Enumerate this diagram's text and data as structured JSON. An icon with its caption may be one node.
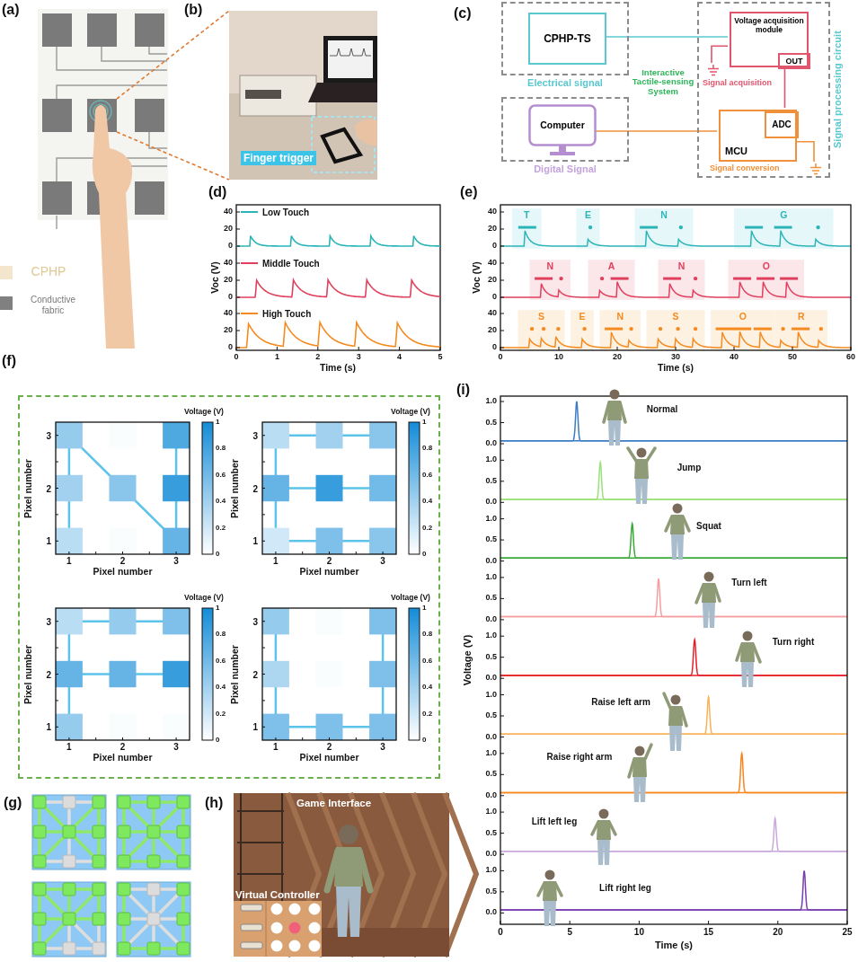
{
  "diagram": {
    "nodes": [
      {
        "text": [],
        "shape": "box"
      },
      {
        "text": [
          "Finger trigger"
        ]
      },
      {
        "text": [
          "Electrical signal"
        ]
      },
      {
        "text": [
          "CPHP-TS"
        ],
        "in": 2
      },
      {
        "text": [
          "Signal processing circuit"
        ]
      },
      {
        "text": [
          "Voltage acquisition module"
        ],
        "in": 4
      },
      {
        "text": [
          "OUT"
        ],
        "in": 5
      },
      {
        "text": [
          "MCU"
        ],
        "in": 4
      },
      {
        "text": [
          "ADC"
        ],
        "in": 7
      },
      {
        "text": [
          "Digital Signal"
        ]
      },
      {
        "text": [
          "Computer"
        ],
        "in": 9
      },
      {
        "text": [],
        "shape": "ground",
        "in": 4
      },
      {
        "text": [],
        "shape": "ground",
        "in": 4
      }
    ],
    "edges": [
      {
        "from": 0,
        "to": 1,
        "arrow": "none",
        "style": "dashed",
        "color": "#e07a30"
      },
      {
        "from": 0,
        "to": 1,
        "arrow": "none",
        "style": "dashed",
        "color": "#e07a30"
      },
      {
        "from": 3,
        "to": 5,
        "arrow": "none",
        "color": "#5bc8d0"
      },
      {
        "from": 6,
        "to": 8,
        "arrow": "none",
        "color": "#e0566e"
      },
      {
        "from": 10,
        "to": 7,
        "arrow": "none",
        "color": "#f0903a"
      },
      {
        "from": 5,
        "to": 11,
        "arrow": "none",
        "color": "#e0566e"
      },
      {
        "from": 7,
        "to": 12,
        "arrow": "none",
        "color": "#f0903a"
      }
    ],
    "labels": [
      "(a)",
      "(b)",
      "(c)",
      "Interactive Tactile-sensing System",
      "Signal acquisition",
      "Signal conversion",
      "(d)",
      "Low Touch",
      "Middle Touch",
      "High Touch",
      "40",
      "20",
      "0",
      "40",
      "20",
      "0",
      "40",
      "20",
      "0",
      "Voc (V)",
      "0",
      "1",
      "2",
      "3",
      "4",
      "5",
      "Time (s)",
      "(e)",
      "T",
      "E",
      "N",
      "G",
      "N",
      "A",
      "N",
      "O",
      "S",
      "E",
      "N",
      "S",
      "O",
      "R",
      "40",
      "20",
      "0",
      "40",
      "20",
      "0",
      "40",
      "20",
      "0",
      "Voc (V)",
      "0",
      "10",
      "20",
      "30",
      "40",
      "50",
      "60",
      "Time (s)",
      "(f)",
      "Voltage (V)",
      "1",
      "0.8",
      "0.6",
      "0.4",
      "0.2",
      "0",
      "3",
      "2",
      "1",
      "Pixel number",
      "1",
      "2",
      "3",
      "Pixel number",
      "Voltage (V)",
      "1",
      "0.8",
      "0.6",
      "0.4",
      "0.2",
      "0",
      "3",
      "2",
      "1",
      "Pixel number",
      "1",
      "2",
      "3",
      "Pixel number",
      "Voltage (V)",
      "1",
      "0.8",
      "0.6",
      "0.4",
      "0.2",
      "0",
      "3",
      "2",
      "1",
      "Pixel number",
      "1",
      "2",
      "3",
      "Pixel number",
      "Voltage (V)",
      "1",
      "0.8",
      "0.6",
      "0.4",
      "0.2",
      "0",
      "3",
      "2",
      "1",
      "Pixel number",
      "1",
      "2",
      "3",
      "Pixel number",
      "(i)",
      "Normal",
      "Jump",
      "Squat",
      "Turn left",
      "Turn right",
      "Raise left arm",
      "Raise right arm",
      "Lift left leg",
      "Lift right leg",
      "1.0",
      "0.5",
      "0.0",
      "1.0",
      "0.5",
      "0.0",
      "1.0",
      "0.5",
      "0.0",
      "1.0",
      "0.5",
      "0.0",
      "1.0",
      "0.5",
      "0.0",
      "1.0",
      "0.5",
      "0.0",
      "1.0",
      "0.5",
      "0.0",
      "1.0",
      "0.5",
      "0.0",
      "1.0",
      "0.5",
      "0.0",
      "Voltage (V)",
      "0",
      "5",
      "10",
      "15",
      "20",
      "25",
      "Time (s)",
      "(g)",
      "(h)",
      "Game Interface",
      "Virtual Controller"
    ],
    "legend": [
      {
        "text": "CPHP",
        "color": "#f3e6cc"
      },
      {
        "text": "Conductive fabric",
        "color": "#808080"
      }
    ]
  }
}
